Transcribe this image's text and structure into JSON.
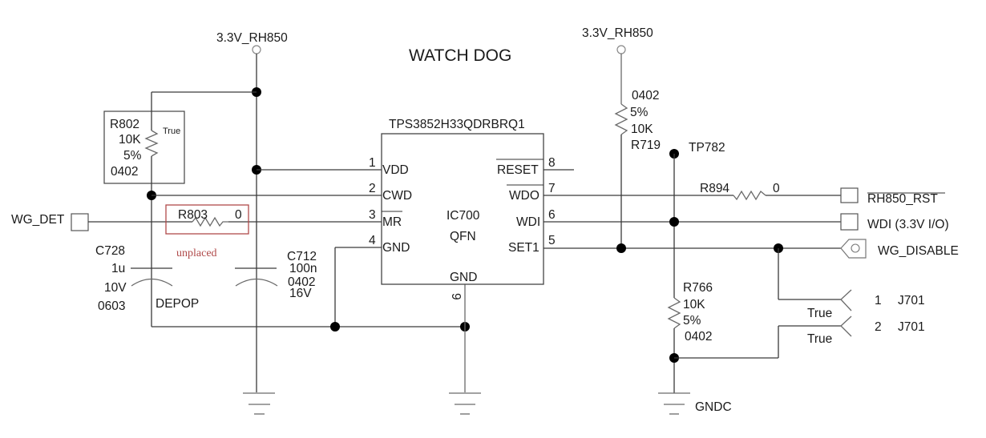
{
  "title": "WATCH DOG",
  "power": {
    "left_rail": "3.3V_RH850",
    "right_rail": "3.3V_RH850"
  },
  "ic": {
    "part_number": "TPS3852H33QDRBRQ1",
    "ref": "IC700",
    "package": "QFN",
    "pins_left": [
      {
        "num": "1",
        "name": "VDD"
      },
      {
        "num": "2",
        "name": "CWD"
      },
      {
        "num": "3",
        "name": "MR",
        "active_low": true
      },
      {
        "num": "4",
        "name": "GND"
      }
    ],
    "pins_right": [
      {
        "num": "8",
        "name": "RESET",
        "active_low": true
      },
      {
        "num": "7",
        "name": "WDO",
        "active_low": true
      },
      {
        "num": "6",
        "name": "WDI"
      },
      {
        "num": "5",
        "name": "SET1"
      }
    ],
    "pin_bottom": {
      "num": "9",
      "name": "GND"
    }
  },
  "components": {
    "r802": {
      "ref": "R802",
      "value": "10K",
      "tol": "5%",
      "pkg": "0402",
      "flag": "True"
    },
    "r803": {
      "ref": "R803",
      "value": "0",
      "note": "unplaced"
    },
    "c728": {
      "ref": "C728",
      "value": "1u",
      "voltage": "10V",
      "pkg": "0603",
      "note": "DEPOP"
    },
    "c712": {
      "ref": "C712",
      "value": "100n",
      "pkg": "0402",
      "voltage": "16V"
    },
    "r719": {
      "ref": "R719",
      "value": "10K",
      "tol": "5%",
      "pkg": "0402"
    },
    "r894": {
      "ref": "R894",
      "value": "0"
    },
    "r766": {
      "ref": "R766",
      "value": "10K",
      "tol": "5%",
      "pkg": "0402"
    },
    "tp782": {
      "ref": "TP782"
    },
    "j701": {
      "ref": "J701",
      "pin1": "1",
      "pin2": "2",
      "flag1": "True",
      "flag2": "True"
    }
  },
  "nets": {
    "wg_det": "WG_DET",
    "rh850_rst": "RH850_RST",
    "wdi": "WDI (3.3V I/O)",
    "wg_disable": "WG_DISABLE",
    "gndc": "GNDC"
  },
  "colors": {
    "wire": "#3a3a3a",
    "unplaced": "#b04a4a"
  }
}
